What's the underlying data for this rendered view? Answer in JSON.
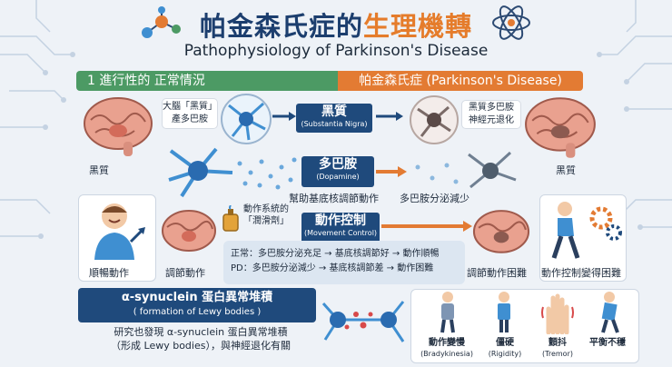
{
  "header": {
    "title_part1": "帕金森氏症的",
    "title_part2": "生理機轉",
    "subtitle": "Pathophysiology of Parkinson's Disease"
  },
  "banners": {
    "left": "1    進行性的  正常情況",
    "right": "帕金森氏症 (Parkinson's Disease)"
  },
  "top_row": {
    "brain_label_left": "黑質",
    "callout_left_line1": "大腦「黑質」",
    "callout_left_line2": "產多巴胺",
    "substantia_title": "黑質",
    "substantia_sub": "(Substantia Nigra)",
    "callout_right_line1": "黑質多巴胺",
    "callout_right_line2": "神經元退化",
    "brain_label_right": "黑質"
  },
  "middle_row": {
    "dopamine_title": "多巴胺",
    "dopamine_sub": "(Dopamine)",
    "help_label": "幫助基底核調節動作",
    "reduce_label": "多巴胺分泌減少"
  },
  "lower_row": {
    "person_label": "順暢動作",
    "brain_label": "調節動作",
    "lubricant_line1": "動作系統的",
    "lubricant_line2": "「潤滑劑」",
    "movement_title": "動作控制",
    "movement_sub": "(Movement Control)",
    "legend_normal": "正常：多巴胺分泌充足 → 基底核調節好 → 動作順暢",
    "legend_pd": "PD：多巴胺分泌減少 → 基底核調節差 → 動作困難",
    "brain_pd_label": "調節動作困難",
    "walking_label": "動作控制變得困難"
  },
  "alpha": {
    "title": "α-synuclein 蛋白異常堆積",
    "subtitle": "( formation of Lewy bodies )",
    "desc_line1": "研究也發現 α-synuclein 蛋白異常堆積",
    "desc_line2": "（形成 Lewy bodies），與神經退化有關"
  },
  "symptoms": [
    {
      "zh": "動作變慢",
      "en": "(Bradykinesia)"
    },
    {
      "zh": "僵硬",
      "en": "(Rigidity)"
    },
    {
      "zh": "顫抖",
      "en": "(Tremor)"
    },
    {
      "zh": "平衡不穩",
      "en": ""
    }
  ],
  "colors": {
    "navy": "#1f4a7c",
    "green": "#4c9a64",
    "orange": "#e37b33",
    "brain_pink": "#e9a18f",
    "neuron_blue": "#3f8fd1"
  }
}
